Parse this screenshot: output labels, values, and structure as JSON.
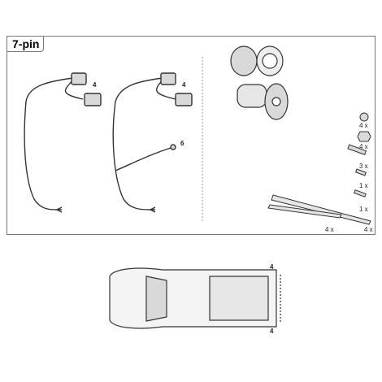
{
  "header": {
    "title": "7-pin"
  },
  "labels": {
    "harness_connectors_qty": "4",
    "harness2_connectors_qty": "4",
    "ground_qty": "6",
    "washer_qty": "4 x",
    "nut_qty": "4 x",
    "bolt_qty": "3 x",
    "screw_small_qty": "1 x",
    "screw_large_qty": "1 x",
    "cable_tie_right_qty": "4 x",
    "cable_tie_left_qty": "4 x",
    "vehicle_top_mark": "4",
    "vehicle_bottom_mark": "4"
  },
  "colors": {
    "line": "#333333",
    "panel_border": "#777777",
    "part_fill": "#d9d9d9"
  }
}
